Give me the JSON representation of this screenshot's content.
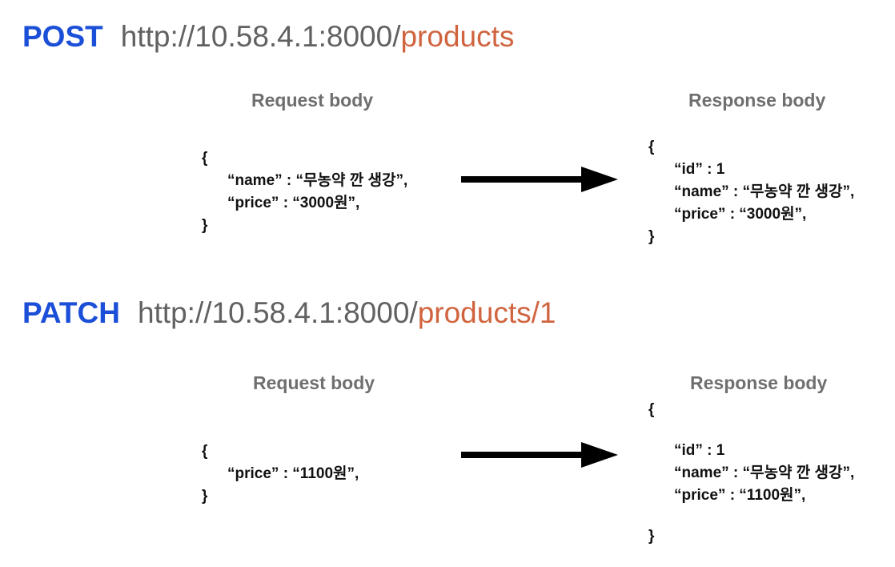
{
  "post": {
    "method": "POST",
    "url_base": "http://10.58.4.1:8000/",
    "url_path": "products",
    "request": {
      "label": "Request body",
      "open": "{",
      "lines": [
        "“name” : “무농약 깐 생강”,",
        "“price” : “3000원”,"
      ],
      "close": "}"
    },
    "response": {
      "label": "Response body",
      "open": "{",
      "lines": [
        "“id” : 1",
        "“name” : “무농약 깐 생강”,",
        "“price” : “3000원”,"
      ],
      "close": "}"
    }
  },
  "patch": {
    "method": "PATCH",
    "url_base": "http://10.58.4.1:8000/",
    "url_path": "products/1",
    "request": {
      "label": "Request body",
      "open": "{",
      "lines": [
        "“price” : “1100원”,"
      ],
      "close": "}"
    },
    "response": {
      "label": "Response body",
      "open": "{",
      "lines": [
        "“id” : 1",
        "“name” : “무농약 깐 생강”,",
        "“price” : “1100원”,"
      ],
      "close": "}"
    }
  },
  "colors": {
    "method": "#1c4fd8",
    "url_base": "#616161",
    "url_path": "#d0643f",
    "label": "#6f6f6f",
    "text": "#111111"
  }
}
